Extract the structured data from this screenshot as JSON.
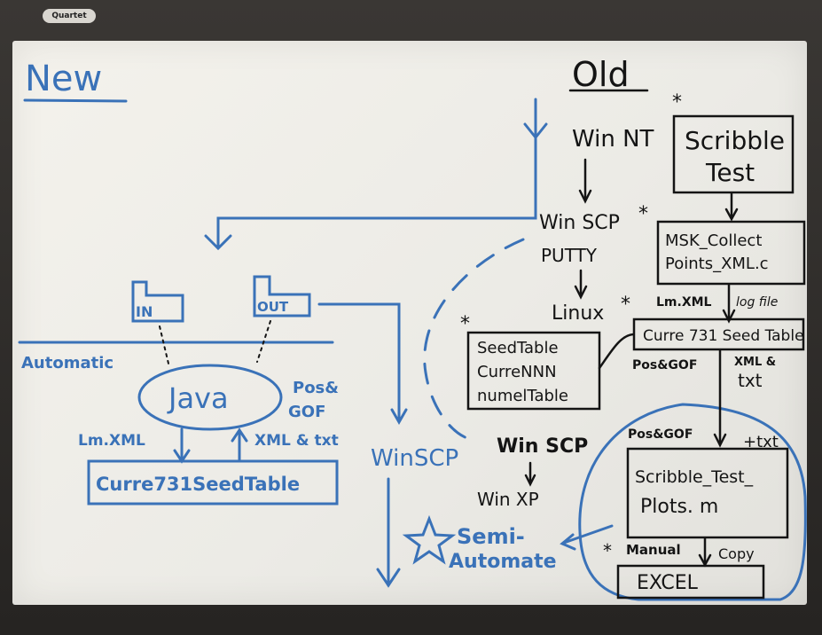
{
  "whiteboard": {
    "brand": "Quartet",
    "new_side": {
      "heading": "New",
      "folder_in": "IN",
      "folder_out": "OUT",
      "section_label": "Automatic",
      "java": "Java",
      "pos_gof_1": "Pos&",
      "pos_gof_2": "GOF",
      "lm_xml": "Lm.XML",
      "xml_txt": "XML & txt",
      "seedtable": "Curre731SeedTable",
      "winscp": "WinSCP",
      "semi_1": "Semi-",
      "semi_2": "Automate"
    },
    "old_side": {
      "heading": "Old",
      "win_nt": "Win NT",
      "winscp": "Win SCP",
      "putty": "PUTTY",
      "linux": "Linux",
      "scribble_1": "Scribble",
      "scribble_2": "Test",
      "msk_1": "MSK_Collect",
      "msk_2": "Points_XML.c",
      "lm_xml": "Lm.XML",
      "log_file": "log file",
      "curre_seed": "Curre 731 Seed Table",
      "seedlist_1": "SeedTable",
      "seedlist_2": "CurreNNN",
      "seedlist_3": "numelTable",
      "pos_gof": "Pos&GOF",
      "xml_and": "XML &",
      "txt": "txt",
      "winscp2": "Win SCP",
      "winxp": "Win XP",
      "pos_gof2": "Pos&GOF",
      "plus_txt": "+txt",
      "plots_1": "Scribble_Test_",
      "plots_2": "Plots. m",
      "manual": "Manual",
      "copy": "Copy",
      "excel": "EXCEL"
    },
    "colors": {
      "blue_marker": "#3a72b8",
      "black_marker": "#141414",
      "board": "#f1efe9",
      "frame": "#2f2c2a"
    }
  }
}
